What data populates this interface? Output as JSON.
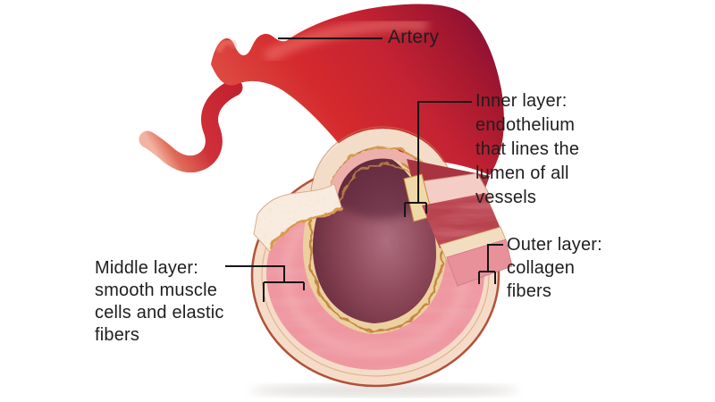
{
  "figure": {
    "subject": "Artery cross-section anatomy diagram",
    "background": "#ffffff"
  },
  "labels": {
    "artery": "Artery",
    "inner_layer": "Inner layer:\nendothelium\nthat lines the\nlumen of all\nvessels",
    "middle_layer": "Middle layer:\nsmooth muscle\ncells and elastic\nfibers",
    "outer_layer": "Outer layer:\ncollagen\nfibers"
  },
  "colors": {
    "artery_red": "#d4292d",
    "artery_dark_crimson": "#8e1034",
    "artery_highlight": "#f4867a",
    "lumen_maroon": "#8f4a5a",
    "muscle_pink": "#ef96a0",
    "elastic_gold": "#ecd0a0",
    "collagen_cream": "#f5dcc8",
    "rim_outline_brown": "#b35138",
    "label_text": "#1e1e1e",
    "leader_line": "#161616"
  }
}
